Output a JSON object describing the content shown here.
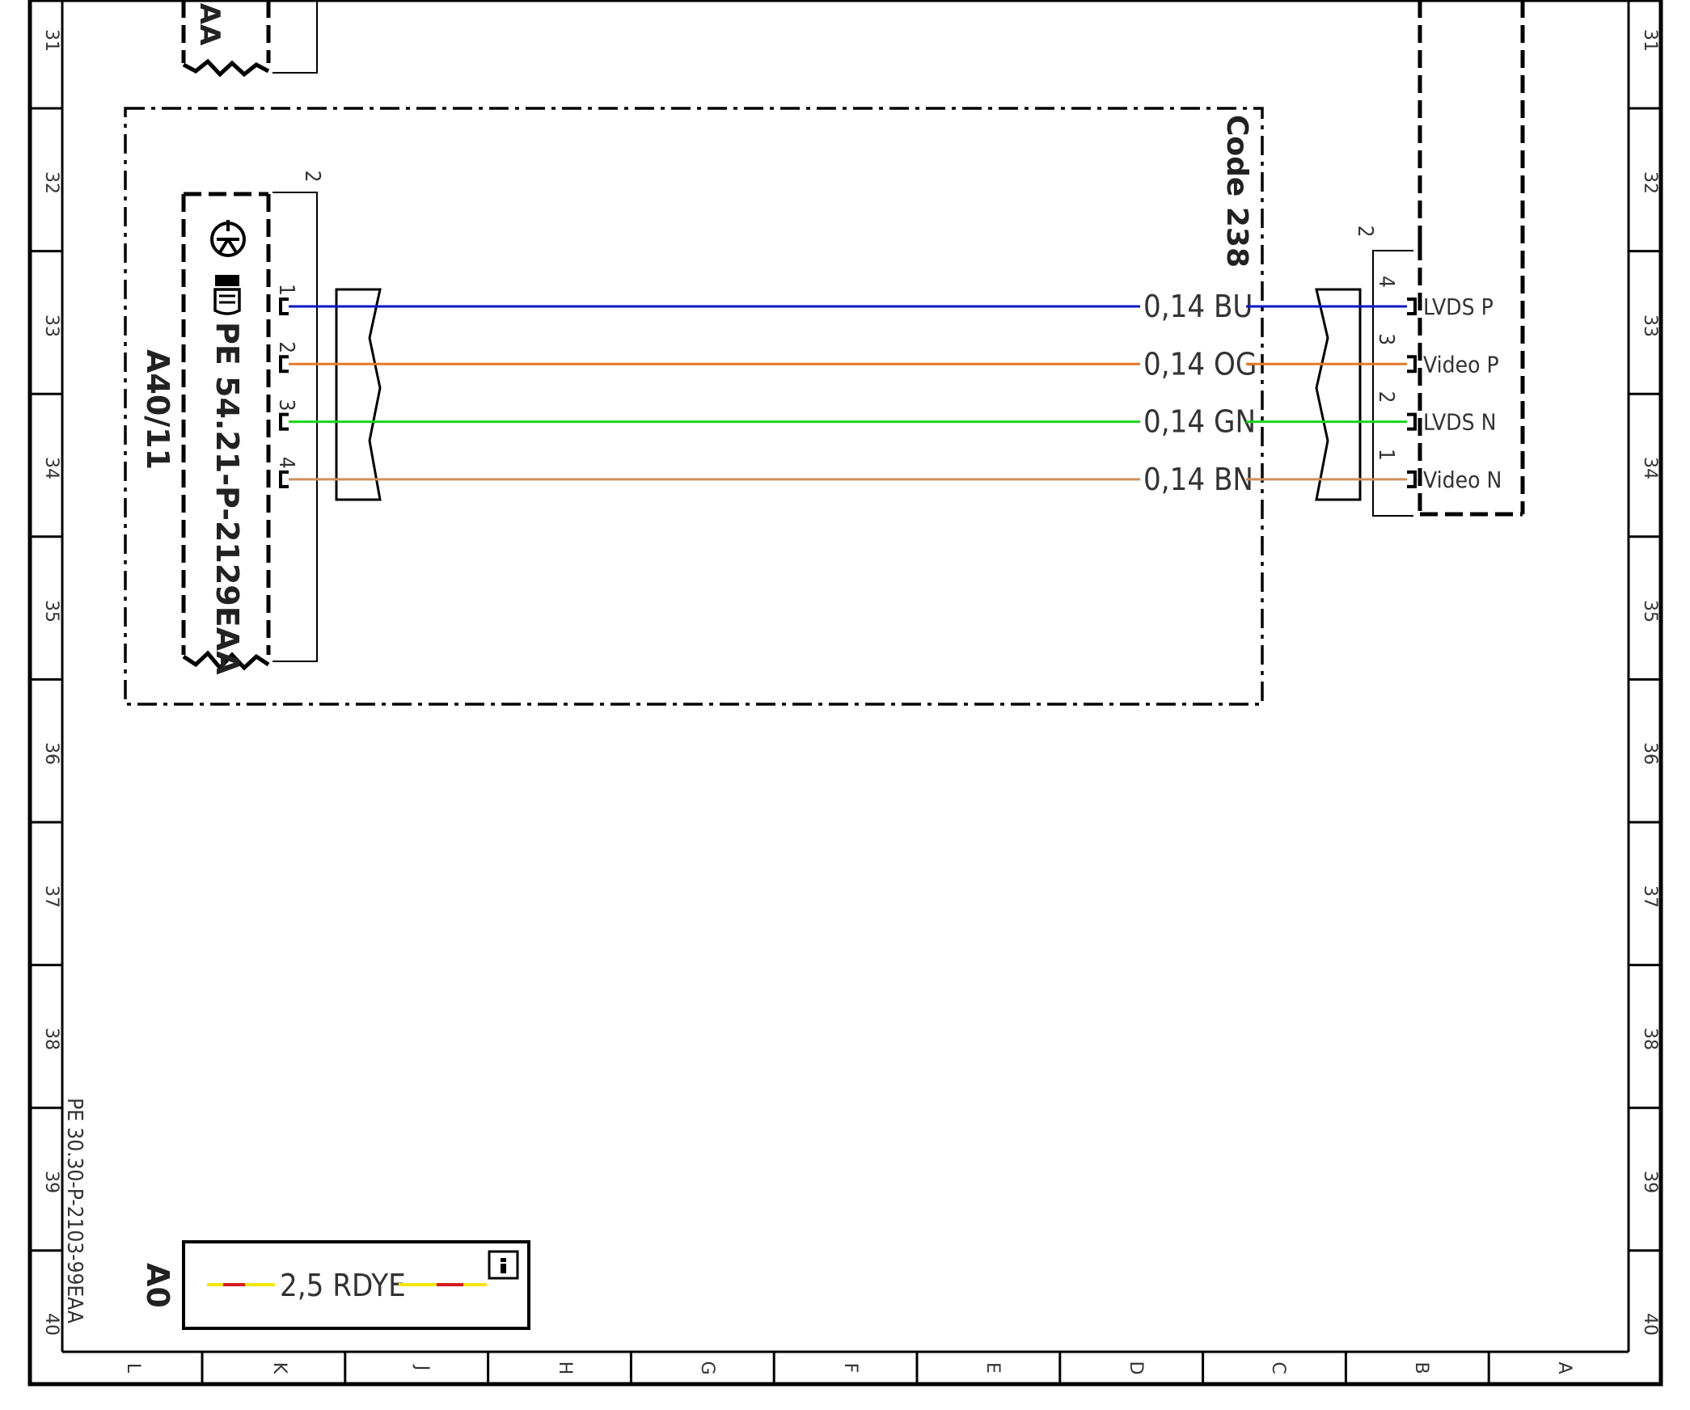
{
  "row_numbers": [
    "31",
    "32",
    "33",
    "34",
    "35",
    "36",
    "37",
    "38",
    "39",
    "40"
  ],
  "column_letters": [
    "L",
    "K",
    "J",
    "H",
    "G",
    "F",
    "E",
    "D",
    "C",
    "B",
    "A"
  ],
  "top_component_label": "AA",
  "code_label": "Code 238",
  "component": {
    "designation": "A40/11",
    "reference": "PE 54.21-P-2129EAA",
    "connector_number": "2"
  },
  "right_connector": {
    "connector_number": "2"
  },
  "wires": [
    {
      "left_pin": "1",
      "label": "0,14 BU",
      "right_pin": "4",
      "signal": "LVDS P",
      "color": "#0a17c9"
    },
    {
      "left_pin": "2",
      "label": "0,14 OG",
      "right_pin": "3",
      "signal": "Video P",
      "color": "#e8772a"
    },
    {
      "left_pin": "3",
      "label": "0,14 GN",
      "right_pin": "2",
      "signal": "LVDS N",
      "color": "#19d619"
    },
    {
      "left_pin": "4",
      "label": "0,14 BN",
      "right_pin": "1",
      "signal": "Video N",
      "color": "#cf8f5a"
    }
  ],
  "legend": {
    "section": "A0",
    "label": "2,5 RDYE",
    "colors": {
      "primary": "#d41c1c",
      "secondary": "#f5e60c"
    }
  },
  "sidebar_reference": "PE 30.30-P-2103-99EAA",
  "colors": {
    "frame": "#000000",
    "text": "#333333"
  }
}
